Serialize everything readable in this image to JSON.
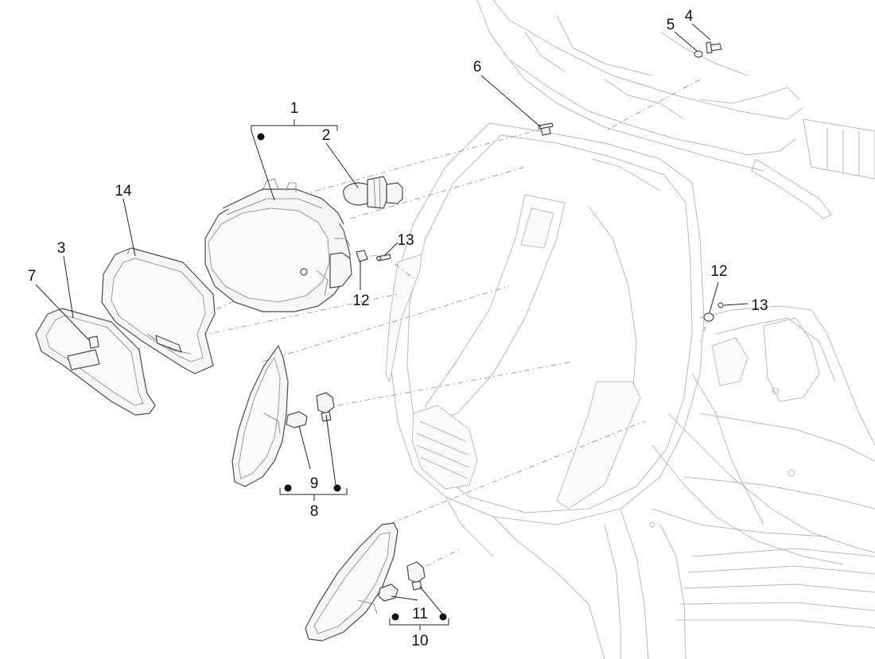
{
  "callouts": {
    "c1": "1",
    "c2": "2",
    "c3": "3",
    "c4": "4",
    "c5": "5",
    "c6": "6",
    "c7": "7",
    "c8": "8",
    "c9": "9",
    "c10": "10",
    "c11": "11",
    "c12a": "12",
    "c12b": "12",
    "c13a": "13",
    "c13b": "13",
    "c14": "14"
  }
}
